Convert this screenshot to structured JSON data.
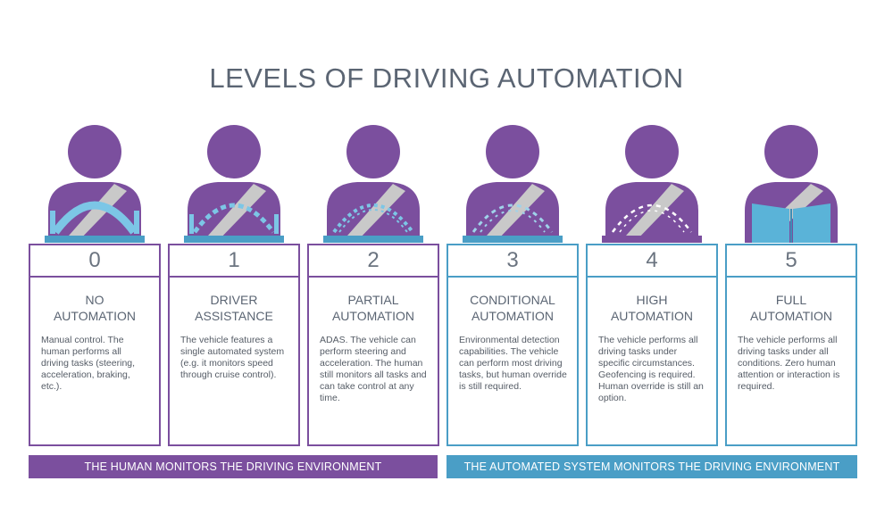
{
  "title": "LEVELS OF DRIVING AUTOMATION",
  "colors": {
    "purple": "#7b4f9e",
    "blue": "#4a9ec6",
    "belt": "#c9c9c9",
    "wheel_light": "#7cc6e6",
    "book": "#5ab3d8"
  },
  "levels": [
    {
      "number": "0",
      "name_line1": "NO",
      "name_line2": "AUTOMATION",
      "description": "Manual control. The human performs all driving tasks (steering, acceleration, braking, etc.).",
      "icon": "person-steering-wheel-solid-icon"
    },
    {
      "number": "1",
      "name_line1": "DRIVER",
      "name_line2": "ASSISTANCE",
      "description": "The vehicle features a single automated system (e.g. it monitors speed through cruise control).",
      "icon": "person-steering-wheel-dashed-icon"
    },
    {
      "number": "2",
      "name_line1": "PARTIAL",
      "name_line2": "AUTOMATION",
      "description": "ADAS. The vehicle can perform steering and acceleration. The human still monitors all tasks and can take control at any time.",
      "icon": "person-steering-wheel-dashed-icon"
    },
    {
      "number": "3",
      "name_line1": "CONDITIONAL",
      "name_line2": "AUTOMATION",
      "description": "Environmental detection capabilities. The vehicle can perform most driving tasks, but human override is still required.",
      "icon": "person-steering-wheel-faded-icon"
    },
    {
      "number": "4",
      "name_line1": "HIGH",
      "name_line2": "AUTOMATION",
      "description": "The vehicle performs all driving tasks under specific circumstances. Geofencing is required. Human override is still an option.",
      "icon": "person-steering-wheel-outline-icon"
    },
    {
      "number": "5",
      "name_line1": "FULL",
      "name_line2": "AUTOMATION",
      "description": "The vehicle performs all driving tasks under all conditions. Zero human attention or interaction is required.",
      "icon": "person-reading-book-icon"
    }
  ],
  "bars": {
    "human": "THE HUMAN MONITORS THE DRIVING ENVIRONMENT",
    "system": "THE AUTOMATED SYSTEM MONITORS THE DRIVING ENVIRONMENT"
  }
}
